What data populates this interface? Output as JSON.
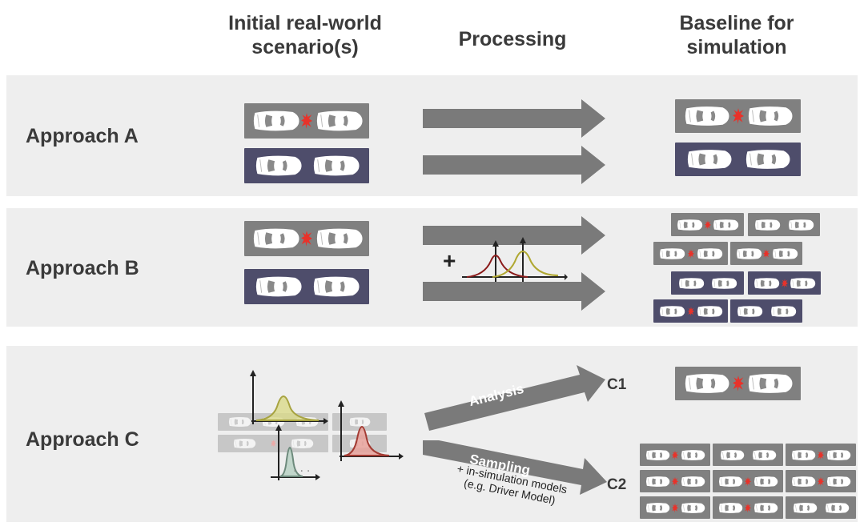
{
  "headers": {
    "initial": "Initial real-world scenario(s)",
    "processing": "Processing",
    "baseline": "Baseline for simulation"
  },
  "approaches": {
    "a": "Approach A",
    "b": "Approach B",
    "c": "Approach C"
  },
  "processing_c": {
    "analysis": "Analysis",
    "sampling": "Sampling",
    "sampling_note_1": "+ in-simulation models",
    "sampling_note_2": "(e.g. Driver Model)",
    "output_1": "C1",
    "output_2": "C2"
  },
  "approach_b_plus": "+",
  "dots": "..."
}
